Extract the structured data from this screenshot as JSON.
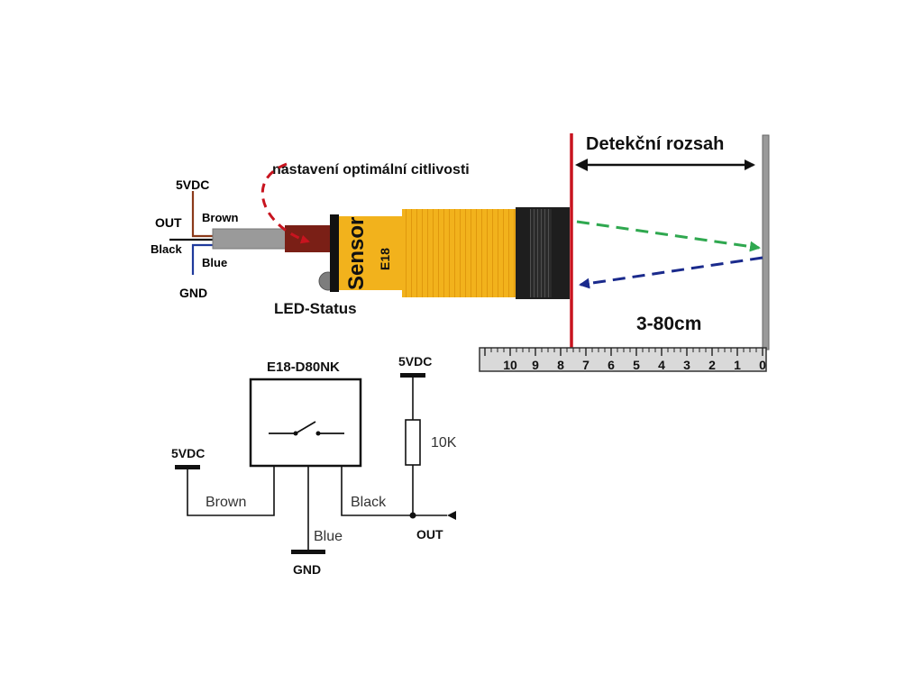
{
  "sensor": {
    "label_sensor": "Sensor",
    "label_model": "E18",
    "led_label": "LED-Status",
    "adjust_label": "nastavení optimální citlivosti",
    "colors": {
      "body": "#f2b21c",
      "body_stripe": "#d98e06",
      "cable": "#9a9a9a",
      "cap": "#7a1f16",
      "lens": "#1e1e1e",
      "led": "#7d7d7d"
    }
  },
  "wires": {
    "vcc_label": "5VDC",
    "out_label": "OUT",
    "brown_label": "Brown",
    "black_label": "Black",
    "blue_label": "Blue",
    "gnd_label": "GND",
    "colors": {
      "brown": "#8b3a1a",
      "black": "#111111",
      "blue": "#1f3a9c"
    }
  },
  "range": {
    "title": "Detekční rozsah",
    "range_text": "3-80cm",
    "colors": {
      "limit_line": "#c8141f",
      "emit_arrow": "#2fa84f",
      "return_arrow": "#1a2a8c",
      "target": "#9a9a9a"
    }
  },
  "ruler": {
    "ticks": [
      "10",
      "9",
      "8",
      "7",
      "6",
      "5",
      "4",
      "3",
      "2",
      "1",
      "0"
    ],
    "color": "#d9d9d9"
  },
  "schematic": {
    "model_label": "E18-D80NK",
    "vcc_left": "5VDC",
    "vcc_right": "5VDC",
    "brown_label": "Brown",
    "blue_label": "Blue",
    "black_label": "Black",
    "resistor_label": "10K",
    "gnd_label": "GND",
    "out_label": "OUT"
  }
}
